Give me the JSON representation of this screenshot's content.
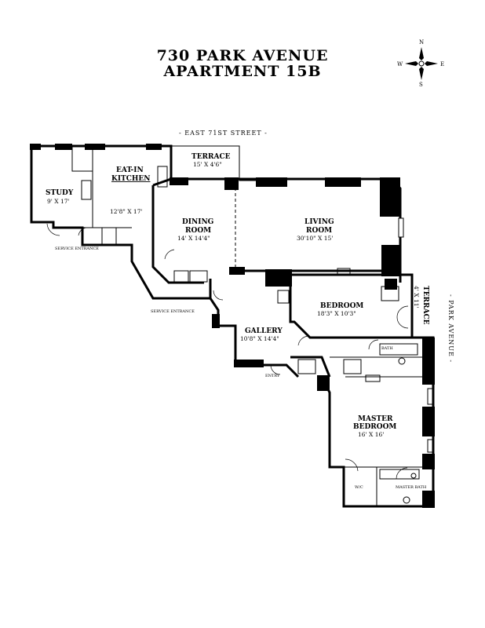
{
  "title": {
    "line1": "730 PARK AVENUE",
    "line2": "APARTMENT 15B"
  },
  "compass": {
    "n": "N",
    "s": "S",
    "e": "E",
    "w": "W"
  },
  "streets": {
    "north": "- EAST 71ST STREET -",
    "east": "- PARK AVENUE -"
  },
  "rooms": {
    "terrace_north": {
      "name": "TERRACE",
      "dim": "15' X 4'6\""
    },
    "kitchen": {
      "name1": "EAT-IN",
      "name2": "KITCHEN",
      "dim": "12'8\" X 17'"
    },
    "study": {
      "name": "STUDY",
      "dim": "9' X 17'"
    },
    "dining": {
      "name1": "DINING",
      "name2": "ROOM",
      "dim": "14' X 14'4\""
    },
    "living": {
      "name1": "LIVING",
      "name2": "ROOM",
      "dim": "30'10\" X 15'"
    },
    "bedroom": {
      "name": "BEDROOM",
      "dim": "18'3\" X 10'3\""
    },
    "terrace_east": {
      "name": "TERRACE",
      "dim": "4' X 11'"
    },
    "gallery": {
      "name": "GALLERY",
      "dim": "10'8\" X 14'4\""
    },
    "master": {
      "name1": "MASTER",
      "name2": "BEDROOM",
      "dim": "16' X 16'"
    }
  },
  "small_labels": {
    "service_entrance": "SERVICE ENTRANCE",
    "service_entrance_2": "SERVICE ENTRANCE",
    "entry": "ENTRY",
    "bath": "BATH",
    "master_bath": "MASTER BATH",
    "wic": "W/C"
  }
}
